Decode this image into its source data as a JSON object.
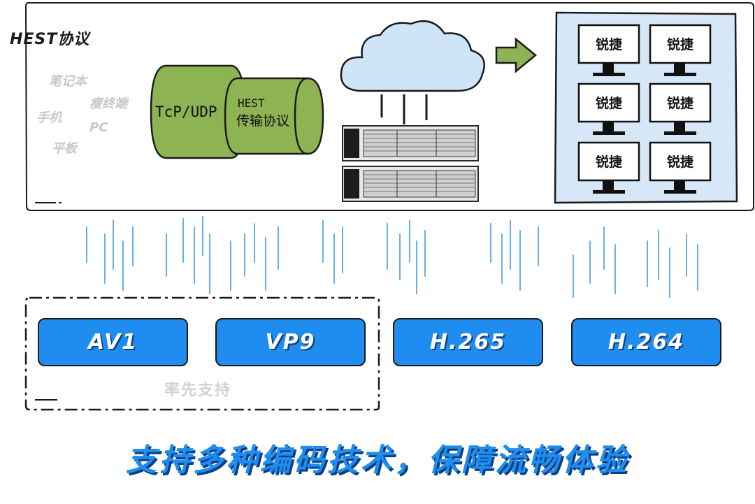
{
  "top_panel": {
    "title": "HEST协议",
    "devices": [
      "笔记本",
      "瘦终端",
      "手机",
      "PC",
      "平板"
    ],
    "cylinder_outer_label": "TcP/UDP",
    "cylinder_inner_label_line1": "HEST",
    "cylinder_inner_label_line2": "传输协议",
    "monitor_label": "锐捷",
    "monitor_count": 6
  },
  "codecs": {
    "items": [
      "AV1",
      "VP9",
      "H.265",
      "H.264"
    ],
    "group_label": "率先支持"
  },
  "slogan": "支持多种编码技术，保障流畅体验",
  "colors": {
    "accent_blue": "#1f8cf0",
    "cylinder_green": "#8db353",
    "monitor_panel_bg": "#d6e8f8",
    "cloud_fill": "#cfe5f7"
  }
}
